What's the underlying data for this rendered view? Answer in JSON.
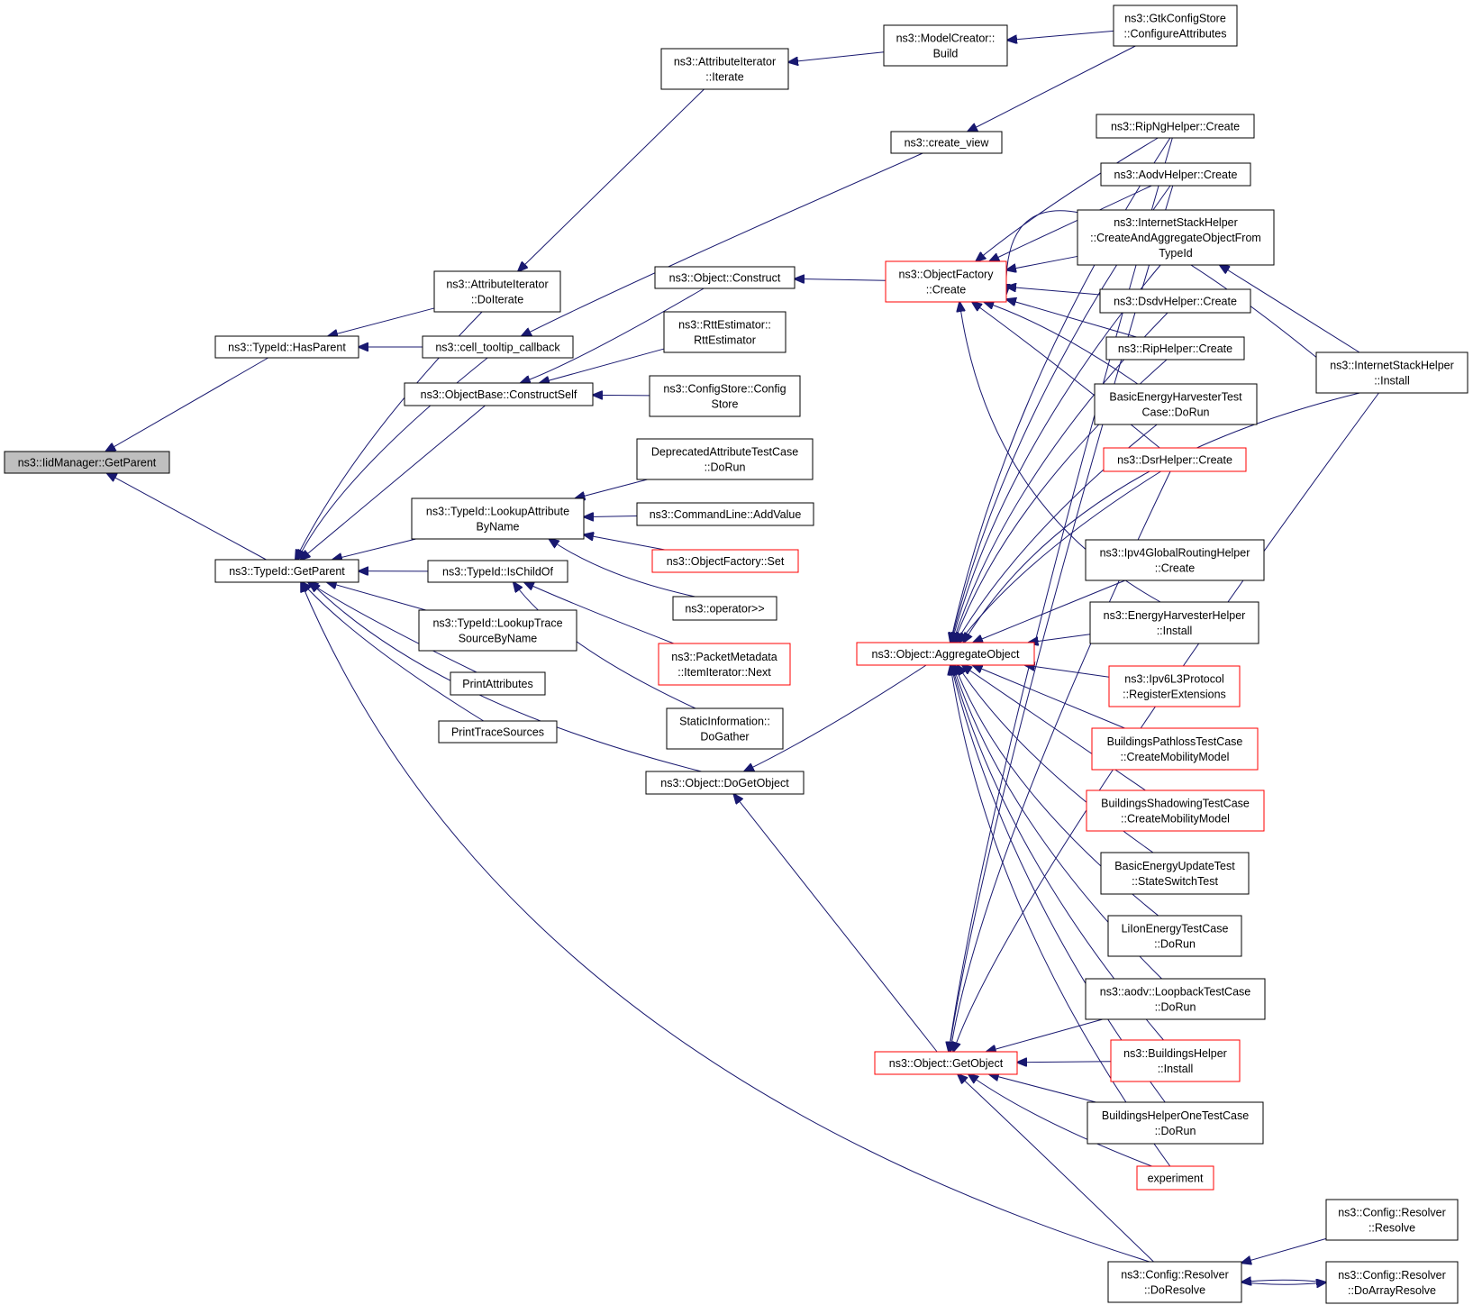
{
  "graph": {
    "title": "",
    "colors": {
      "edge": "#191970",
      "node_border": "#000000",
      "truncated_border": "#ff0000",
      "current_fill": "#bfbfbf",
      "background": "#ffffff"
    },
    "nodes": [
      {
        "id": "iid",
        "lines": [
          "ns3::IidManager::GetParent"
        ],
        "current": true
      },
      {
        "id": "hasParent",
        "lines": [
          "ns3::TypeId::HasParent"
        ]
      },
      {
        "id": "getParent",
        "lines": [
          "ns3::TypeId::GetParent"
        ]
      },
      {
        "id": "attrDoIterate",
        "lines": [
          "ns3::AttributeIterator",
          "::DoIterate"
        ]
      },
      {
        "id": "cellTooltip",
        "lines": [
          "ns3::cell_tooltip_callback"
        ]
      },
      {
        "id": "constructSelf",
        "lines": [
          "ns3::ObjectBase::ConstructSelf"
        ]
      },
      {
        "id": "lookupAttr",
        "lines": [
          "ns3::TypeId::LookupAttribute",
          "ByName"
        ]
      },
      {
        "id": "isChildOf",
        "lines": [
          "ns3::TypeId::IsChildOf"
        ]
      },
      {
        "id": "lookupTrace",
        "lines": [
          "ns3::TypeId::LookupTrace",
          "SourceByName"
        ]
      },
      {
        "id": "printAttributes",
        "lines": [
          "PrintAttributes"
        ]
      },
      {
        "id": "printTrace",
        "lines": [
          "PrintTraceSources"
        ]
      },
      {
        "id": "doGetObject",
        "lines": [
          "ns3::Object::DoGetObject"
        ]
      },
      {
        "id": "attrIterate",
        "lines": [
          "ns3::AttributeIterator",
          "::Iterate"
        ]
      },
      {
        "id": "modelCreator",
        "lines": [
          "ns3::ModelCreator::",
          "Build"
        ]
      },
      {
        "id": "gtkConfig",
        "lines": [
          "ns3::GtkConfigStore",
          "::ConfigureAttributes"
        ]
      },
      {
        "id": "createView",
        "lines": [
          "ns3::create_view"
        ]
      },
      {
        "id": "objConstruct",
        "lines": [
          "ns3::Object::Construct"
        ]
      },
      {
        "id": "rttEst",
        "lines": [
          "ns3::RttEstimator::",
          "RttEstimator"
        ]
      },
      {
        "id": "configStore",
        "lines": [
          "ns3::ConfigStore::Config",
          "Store"
        ]
      },
      {
        "id": "deprecated",
        "lines": [
          "DeprecatedAttributeTestCase",
          "::DoRun"
        ]
      },
      {
        "id": "cmdAdd",
        "lines": [
          "ns3::CommandLine::AddValue"
        ]
      },
      {
        "id": "objFactorySet",
        "lines": [
          "ns3::ObjectFactory::Set"
        ],
        "red": true
      },
      {
        "id": "operatorIn",
        "lines": [
          "ns3::operator>>"
        ]
      },
      {
        "id": "packetMeta",
        "lines": [
          "ns3::PacketMetadata",
          "::ItemIterator::Next"
        ],
        "red": true
      },
      {
        "id": "staticInfo",
        "lines": [
          "StaticInformation::",
          "DoGather"
        ]
      },
      {
        "id": "objFactoryCreate",
        "lines": [
          "ns3::ObjectFactory",
          "::Create"
        ],
        "red": true
      },
      {
        "id": "aggregate",
        "lines": [
          "ns3::Object::AggregateObject"
        ],
        "red": true
      },
      {
        "id": "getObject",
        "lines": [
          "ns3::Object::GetObject"
        ],
        "red": true
      },
      {
        "id": "ripNg",
        "lines": [
          "ns3::RipNgHelper::Create"
        ]
      },
      {
        "id": "aodvH",
        "lines": [
          "ns3::AodvHelper::Create"
        ]
      },
      {
        "id": "internetCreate",
        "lines": [
          "ns3::InternetStackHelper",
          "::CreateAndAggregateObjectFrom",
          "TypeId"
        ]
      },
      {
        "id": "dsdv",
        "lines": [
          "ns3::DsdvHelper::Create"
        ]
      },
      {
        "id": "ripH",
        "lines": [
          "ns3::RipHelper::Create"
        ]
      },
      {
        "id": "basicHarvester",
        "lines": [
          "BasicEnergyHarvesterTest",
          "Case::DoRun"
        ]
      },
      {
        "id": "dsr",
        "lines": [
          "ns3::DsrHelper::Create"
        ],
        "red": true
      },
      {
        "id": "ipv4Global",
        "lines": [
          "ns3::Ipv4GlobalRoutingHelper",
          "::Create"
        ]
      },
      {
        "id": "energyHarvester",
        "lines": [
          "ns3::EnergyHarvesterHelper",
          "::Install"
        ]
      },
      {
        "id": "ipv6L3",
        "lines": [
          "ns3::Ipv6L3Protocol",
          "::RegisterExtensions"
        ],
        "red": true
      },
      {
        "id": "buildingsPathloss",
        "lines": [
          "BuildingsPathlossTestCase",
          "::CreateMobilityModel"
        ],
        "red": true
      },
      {
        "id": "buildingsShadow",
        "lines": [
          "BuildingsShadowingTestCase",
          "::CreateMobilityModel"
        ],
        "red": true
      },
      {
        "id": "basicUpdate",
        "lines": [
          "BasicEnergyUpdateTest",
          "::StateSwitchTest"
        ]
      },
      {
        "id": "liIon",
        "lines": [
          "LiIonEnergyTestCase",
          "::DoRun"
        ]
      },
      {
        "id": "aodvLoopback",
        "lines": [
          "ns3::aodv::LoopbackTestCase",
          "::DoRun"
        ]
      },
      {
        "id": "buildingsHelper",
        "lines": [
          "ns3::BuildingsHelper",
          "::Install"
        ],
        "red": true
      },
      {
        "id": "buildingsOne",
        "lines": [
          "BuildingsHelperOneTestCase",
          "::DoRun"
        ]
      },
      {
        "id": "experiment",
        "lines": [
          "experiment"
        ],
        "red": true
      },
      {
        "id": "cfgDoResolve",
        "lines": [
          "ns3::Config::Resolver",
          "::DoResolve"
        ]
      },
      {
        "id": "internetInstall",
        "lines": [
          "ns3::InternetStackHelper",
          "::Install"
        ]
      },
      {
        "id": "cfgResolve",
        "lines": [
          "ns3::Config::Resolver",
          "::Resolve"
        ]
      },
      {
        "id": "cfgArray",
        "lines": [
          "ns3::Config::Resolver",
          "::DoArrayResolve"
        ]
      }
    ]
  }
}
